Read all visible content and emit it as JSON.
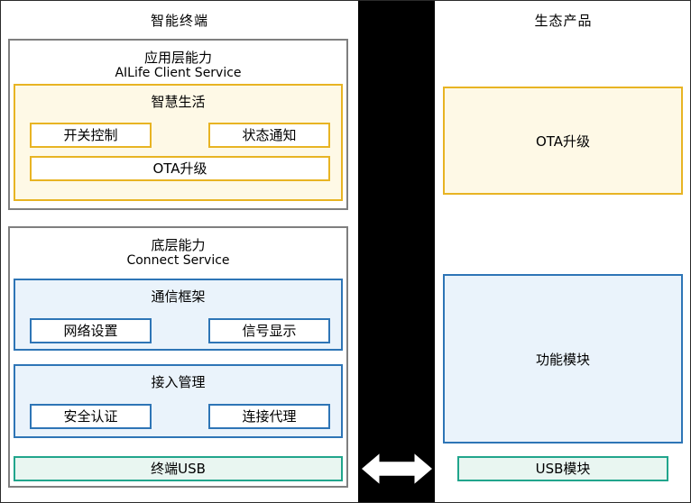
{
  "left": {
    "title": "智能终端",
    "app": {
      "title": "应用层能力",
      "subtitle": "AILife Client Service",
      "group_title": "智慧生活",
      "chips": [
        "开关控制",
        "状态通知"
      ],
      "wide_chip": "OTA升级"
    },
    "base": {
      "title": "底层能力",
      "subtitle": "Connect Service",
      "comm": {
        "title": "通信框架",
        "chips": [
          "网络设置",
          "信号显示"
        ]
      },
      "access": {
        "title": "接入管理",
        "chips": [
          "安全认证",
          "连接代理"
        ]
      },
      "usb": "终端USB"
    }
  },
  "right": {
    "title": "生态产品",
    "ota": "OTA升级",
    "module": "功能模块",
    "usb": "USB模块"
  },
  "colors": {
    "gold": "#e8b423",
    "gold_fill": "#fef9e6",
    "blue": "#2e75b6",
    "blue_fill": "#eaf3fb",
    "teal": "#21a58c",
    "teal_fill": "#e9f6f1",
    "gray": "#7f7f7f",
    "bar": "#000000",
    "arrow": "#ffffff"
  }
}
